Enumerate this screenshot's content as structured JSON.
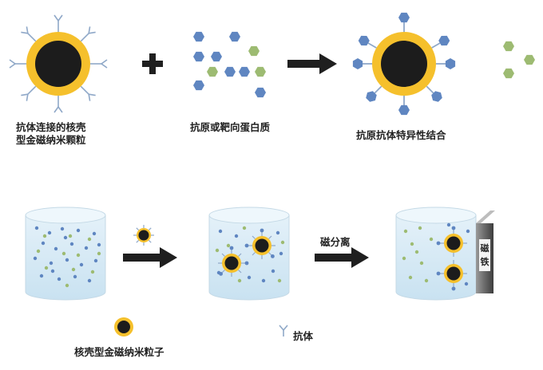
{
  "labels": {
    "antibody_particle": [
      "抗体连接的核壳",
      "型金磁纳米颗粒"
    ],
    "antigen": "抗原或靶向蛋白质",
    "binding": "抗原抗体特异性结合",
    "magnetic_separation": "磁分离",
    "magnet": [
      "磁",
      "铁"
    ],
    "legend_particle": "核壳型金磁纳米粒子",
    "legend_antibody": "抗体"
  },
  "colors": {
    "shell": "#f5c02c",
    "core": "#1c1c1c",
    "antibody": "#8fa8c8",
    "antigen_blue": "#5f86c1",
    "antigen_green": "#9dbb72",
    "liquid": "#d3e8f4",
    "arrow": "#1f1f1f"
  },
  "icons": [
    "plus-icon",
    "arrow-right-icon",
    "hexagon-icon",
    "antibody-y-icon",
    "magnet-icon"
  ]
}
